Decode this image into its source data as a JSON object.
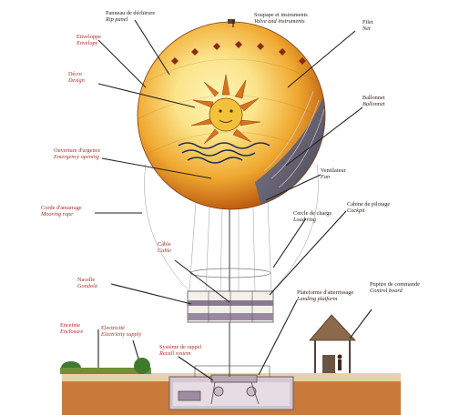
{
  "labels": {
    "rip_panel": {
      "fr": "Panneau de déchirure",
      "en": "Rip panel"
    },
    "valve": {
      "fr": "Soupape et instruments",
      "en": "Valve and instruments"
    },
    "envelope": {
      "fr": "Enveloppe",
      "en": "Envelope"
    },
    "net": {
      "fr": "Filet",
      "en": "Net"
    },
    "design": {
      "fr": "Décor",
      "en": "Design"
    },
    "ballonnet": {
      "fr": "Ballonnet",
      "en": "Ballonnet"
    },
    "emergency": {
      "fr": "Ouverture d'urgence",
      "en": "Emergency opening"
    },
    "fan": {
      "fr": "Ventilateur",
      "en": "Fan"
    },
    "mooring": {
      "fr": "Corde d'amarrage",
      "en": "Mooring rope"
    },
    "load_ring": {
      "fr": "Cercle de charge",
      "en": "Load ring"
    },
    "cockpit": {
      "fr": "Cabine de pilotage",
      "en": "Cockpit"
    },
    "cable": {
      "fr": "Câble",
      "en": "Cable"
    },
    "gondola": {
      "fr": "Nacelle",
      "en": "Gondola"
    },
    "landing": {
      "fr": "Plateforme d'atterrissage",
      "en": "Landing platform"
    },
    "control": {
      "fr": "Pupitre de commande",
      "en": "Control board"
    },
    "enclosure": {
      "fr": "Enceinte",
      "en": "Enclosure"
    },
    "electricity": {
      "fr": "Electricité",
      "en": "Electricity supply"
    },
    "recall": {
      "fr": "Système de rappel",
      "en": "Recall system"
    }
  },
  "colors": {
    "envelope_core": "#fbe48a",
    "envelope_mid": "#f0a830",
    "envelope_edge": "#b8570f",
    "ballonnet": "#5a5668",
    "ground": "#e0c9a0",
    "earth": "#c97a3a",
    "pit": "#d4c6d0",
    "hedge": "#3f7a2c",
    "label_red": "#a0302a"
  },
  "icons": [
    "sun-face-icon",
    "decorative-diamond-band-icon",
    "operator-figure-icon"
  ]
}
